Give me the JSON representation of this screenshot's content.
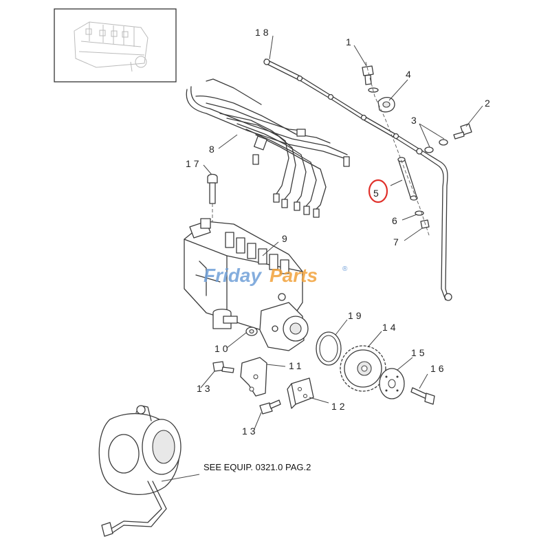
{
  "callouts": {
    "c1": "1",
    "c2": "2",
    "c3": "3",
    "c4": "4",
    "c5": "5",
    "c6": "6",
    "c7": "7",
    "c8": "8",
    "c9": "9",
    "c10": "10",
    "c11": "11",
    "c12": "12",
    "c13a": "13",
    "c13b": "13",
    "c14": "14",
    "c15": "15",
    "c16": "16",
    "c17": "17",
    "c18": "18",
    "c19": "19"
  },
  "note": "SEE EQUIP. 0321.0 PAG.2",
  "watermark": {
    "part1": "Friday",
    "part2": "Parts",
    "mark": "®"
  },
  "colors": {
    "highlight": "#e0302a",
    "brand_blue": "#6f9fd8",
    "brand_orange": "#f2a23a"
  }
}
